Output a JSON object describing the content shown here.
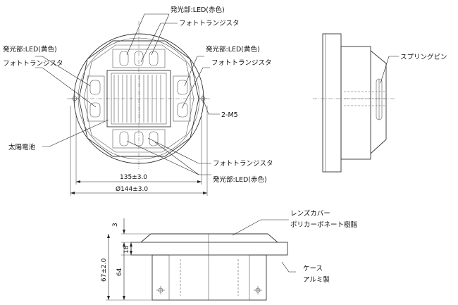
{
  "labels": {
    "led_red_top": "発光部:LED(赤色)",
    "photo_top": "フォトトランジスタ",
    "led_yellow_left": "発光部:LED(黄色)",
    "photo_left": "フォトトランジスタ",
    "led_yellow_right": "発光部:LED(黄色)",
    "photo_right": "フォトトランジスタ",
    "screw": "2-M5",
    "solar": "太陽電池",
    "photo_bottom": "フォトトランジスタ",
    "led_red_bottom": "発光部:LED(赤色)",
    "spring_pin": "スプリングピン",
    "lens_cover": "レンズカバー",
    "lens_material": "ポリカーボネート樹脂",
    "case": "ケース",
    "case_material": "アルミ製"
  },
  "dimensions": {
    "inner_width": "135±3.0",
    "outer_diameter": "Ø144±3.0",
    "dim_3": "3",
    "dim_18": "18",
    "dim_64": "64",
    "dim_67": "67±2.0"
  }
}
